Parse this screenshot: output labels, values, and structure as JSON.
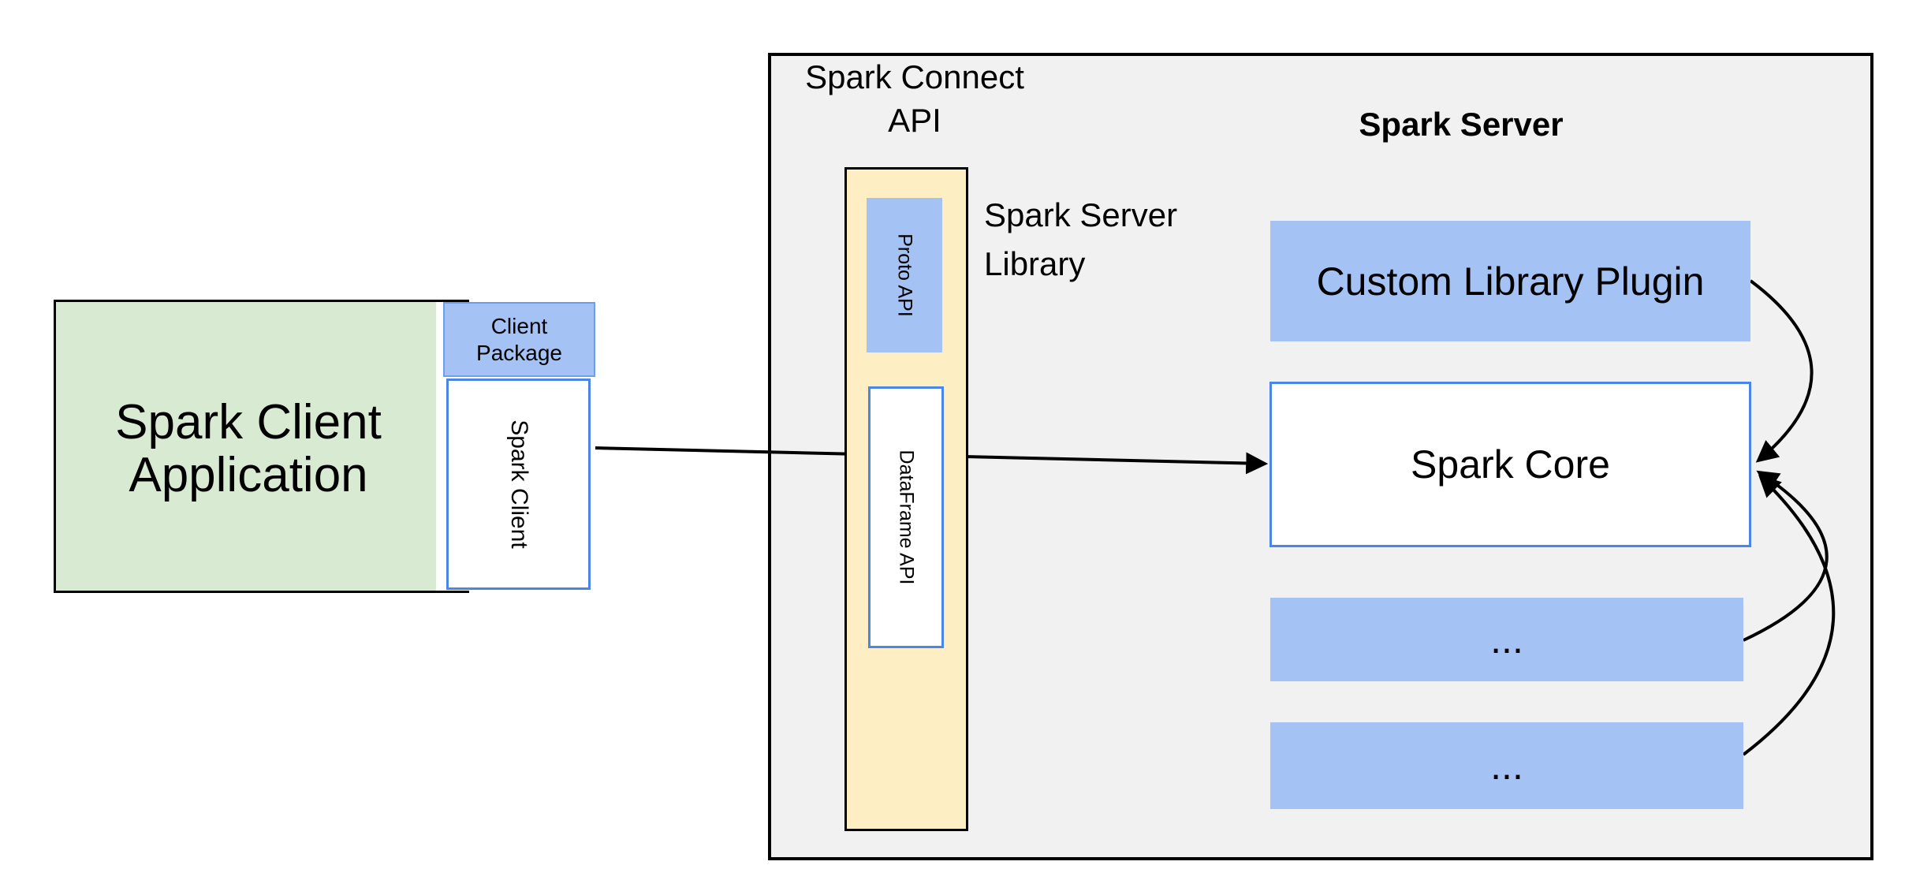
{
  "colors": {
    "green_fill": "#d9ead3",
    "blue_fill": "#a4c2f4",
    "blue_border": "#4a86e8",
    "blue_border_light": "#6d9eeb",
    "yellow_fill": "#fdeec3",
    "gray_fill": "#f1f1f2",
    "line_color": "#000000"
  },
  "client": {
    "app_lines": [
      "Spark Client",
      "Application"
    ],
    "package_lines": [
      "Client",
      "Package"
    ],
    "client_label": "Spark Client"
  },
  "connect": {
    "api_lines": [
      "Spark Connect",
      "API"
    ],
    "proto_label": "Proto API",
    "dataframe_label": "DataFrame API",
    "library_lines": [
      "Spark Server",
      "Library"
    ]
  },
  "server": {
    "title": "Spark Server",
    "plugin_label": "Custom Library Plugin",
    "core_label": "Spark Core",
    "ellipsis_1": "...",
    "ellipsis_2": "..."
  }
}
